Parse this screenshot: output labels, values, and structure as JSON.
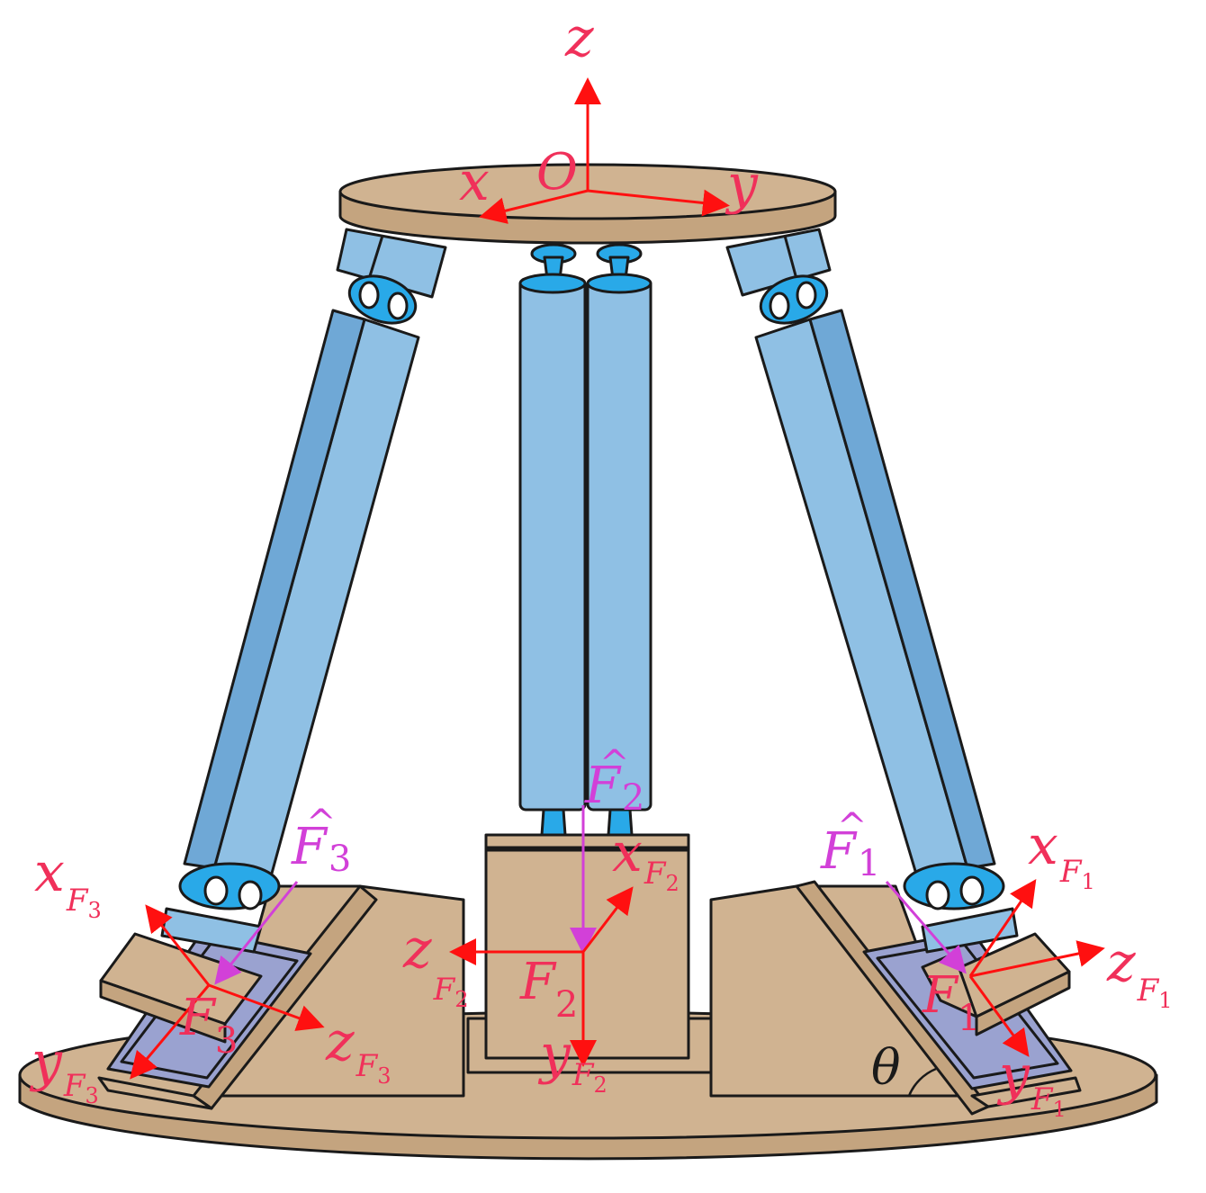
{
  "colors": {
    "tan": "#d0b391",
    "tan_dark": "#c4a47f",
    "strut": "#8fc0e4",
    "strut_dark": "#6fa8d6",
    "joint": "#29a9e8",
    "pad": "#9aa2d0",
    "axis": "#ff1010",
    "axis_label": "#f0305a",
    "force": "#d240d8",
    "outline": "#1a1a1a"
  },
  "global_frame": {
    "origin": "O",
    "x": "x",
    "y": "y",
    "z": "z"
  },
  "frames": [
    {
      "origin": "F",
      "sub": "1",
      "x": "x",
      "y": "y",
      "z": "z",
      "force": "F",
      "force_sub": "1"
    },
    {
      "origin": "F",
      "sub": "2",
      "x": "x",
      "y": "y",
      "z": "z",
      "force": "F",
      "force_sub": "2"
    },
    {
      "origin": "F",
      "sub": "3",
      "x": "x",
      "y": "y",
      "z": "z",
      "force": "F",
      "force_sub": "3"
    }
  ],
  "angle_label": "θ",
  "hat": "^",
  "frame_letter": "F"
}
